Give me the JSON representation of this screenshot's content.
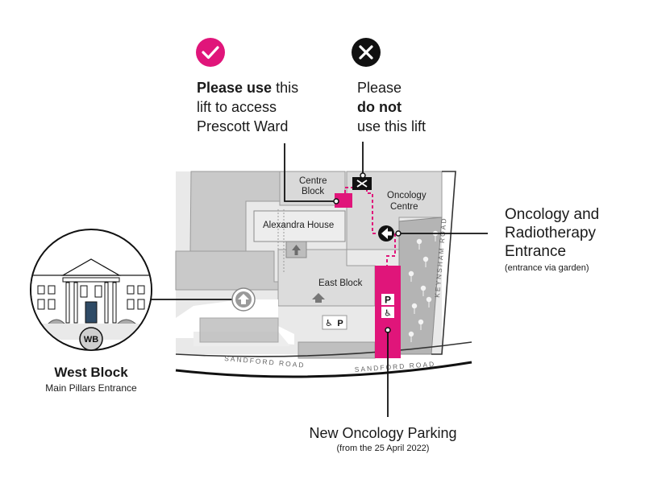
{
  "callouts": {
    "use_lift": {
      "bold": "Please use",
      "rest1": " this",
      "line2": "lift to access",
      "line3": "Prescott Ward",
      "icon": "check-icon",
      "color": "#e0157a"
    },
    "no_lift": {
      "line1": "Please",
      "bold": "do not",
      "line3": "use this lift",
      "icon": "cross-icon",
      "color": "#111111"
    }
  },
  "buildings": {
    "centre_block": [
      "Centre",
      "Block"
    ],
    "oncology_centre": [
      "Oncology",
      "Centre"
    ],
    "alexandra_house": "Alexandra House",
    "east_block": "East Block"
  },
  "roads": {
    "sandford_left": "SANDFORD ROAD",
    "sandford_right": "SANDFORD ROAD",
    "keynsham": "KEYNSHAM ROAD"
  },
  "entrance": {
    "line1": "Oncology and",
    "line2": "Radiotherapy",
    "line3": "Entrance",
    "note": "(entrance via garden)"
  },
  "west_block": {
    "badge": "WB",
    "title": "West Block",
    "subtitle": "Main Pillars Entrance"
  },
  "parking": {
    "title": "New Oncology Parking",
    "note": "(from the 25 April 2022)",
    "p_symbol": "P",
    "accessible_symbol": "♿",
    "color": "#e0157a"
  }
}
